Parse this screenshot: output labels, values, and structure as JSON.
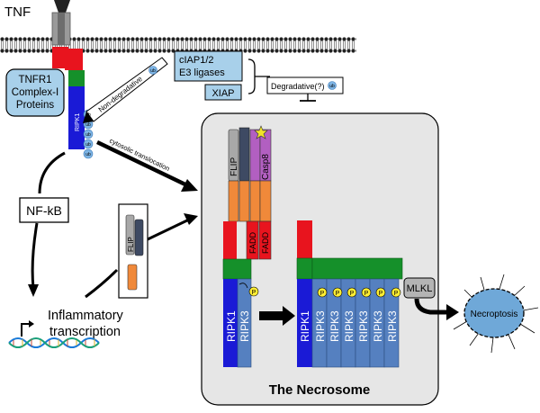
{
  "labels": {
    "tnf": "TNF",
    "tnfr1_complex": [
      "TNFR1",
      "Complex-I",
      "Proteins"
    ],
    "ciap": [
      "cIAP1/2",
      "E3 ligases"
    ],
    "xiap": "XIAP",
    "degradative": "Degradative(?)",
    "non_degradative": "Non-degradative",
    "ripk1_small": "RIPK1",
    "ub": "ub",
    "cytosolic_translocation": "cytosolic translocation",
    "nfkb": "NF-kB",
    "inflammatory": [
      "Inflammatory",
      "transcription"
    ],
    "flip": "FLIP",
    "fadd": "FADD",
    "casp8": "Casp8",
    "ripk1": "RIPK1",
    "ripk3": "RIPK3",
    "p": "P",
    "mlkl": "MLKL",
    "necroptosis": "Necroptosis",
    "necrosome_title": "The Necrosome"
  },
  "colors": {
    "ripk1_blue": "#1a1ad6",
    "ripk3_blue": "#5580c0",
    "red": "#e8141e",
    "green": "#15902a",
    "orange": "#f0893a",
    "casp8_purple": "#b25fc1",
    "flip_grey": "#a8a8a8",
    "dark_slate": "#3e4a63",
    "light_blue_box": "#a8d0ea",
    "ub_blue": "#7db4e4",
    "p_yellow": "#ffee33",
    "necrosome_bg": "#e6e6e6",
    "mlkl_grey": "#b4b4b4",
    "necroptosis_cell": "#6fa8d8"
  }
}
